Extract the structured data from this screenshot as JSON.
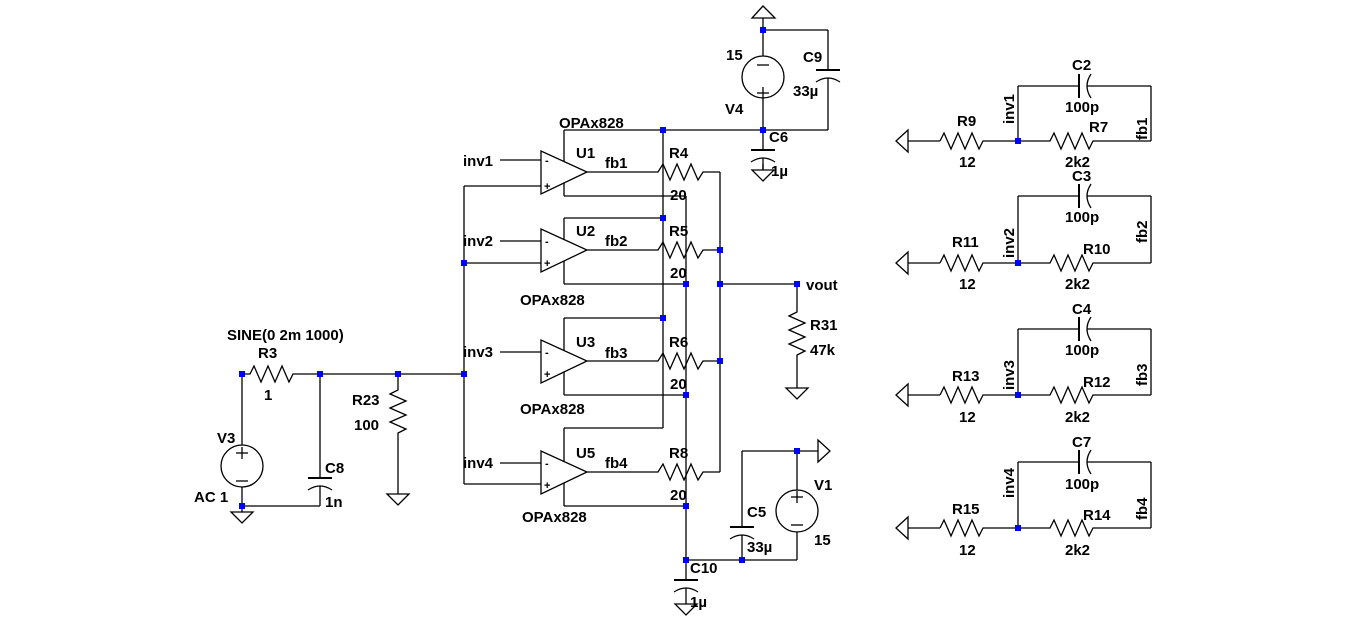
{
  "schematic": {
    "components": {
      "V3": {
        "ref": "V3",
        "value": "AC 1",
        "spice": "SINE(0 2m 1000)"
      },
      "R3": {
        "ref": "R3",
        "value": "1"
      },
      "C8": {
        "ref": "C8",
        "value": "1n"
      },
      "R23": {
        "ref": "R23",
        "value": "100"
      },
      "U1": {
        "ref": "U1",
        "model": "OPAx828"
      },
      "U2": {
        "ref": "U2",
        "model": "OPAx828"
      },
      "U3": {
        "ref": "U3",
        "model": "OPAx828"
      },
      "U5": {
        "ref": "U5",
        "model": "OPAx828"
      },
      "R4": {
        "ref": "R4",
        "value": "20"
      },
      "R5": {
        "ref": "R5",
        "value": "20"
      },
      "R6": {
        "ref": "R6",
        "value": "20"
      },
      "R8": {
        "ref": "R8",
        "value": "20"
      },
      "R31": {
        "ref": "R31",
        "value": "47k"
      },
      "V4": {
        "ref": "V4",
        "value": "15"
      },
      "C9": {
        "ref": "C9",
        "value": "33µ"
      },
      "C6": {
        "ref": "C6",
        "value": "1µ"
      },
      "V1": {
        "ref": "V1",
        "value": "15"
      },
      "C5": {
        "ref": "C5",
        "value": "33µ"
      },
      "C10": {
        "ref": "C10",
        "value": "1µ"
      },
      "R9": {
        "ref": "R9",
        "value": "12"
      },
      "R7": {
        "ref": "R7",
        "value": "2k2"
      },
      "C2": {
        "ref": "C2",
        "value": "100p"
      },
      "R11": {
        "ref": "R11",
        "value": "12"
      },
      "R10": {
        "ref": "R10",
        "value": "2k2"
      },
      "C3": {
        "ref": "C3",
        "value": "100p"
      },
      "R13": {
        "ref": "R13",
        "value": "12"
      },
      "R12": {
        "ref": "R12",
        "value": "2k2"
      },
      "C4": {
        "ref": "C4",
        "value": "100p"
      },
      "R15": {
        "ref": "R15",
        "value": "12"
      },
      "R14": {
        "ref": "R14",
        "value": "2k2"
      },
      "C7": {
        "ref": "C7",
        "value": "100p"
      }
    },
    "nets": {
      "inv1": "inv1",
      "inv2": "inv2",
      "inv3": "inv3",
      "inv4": "inv4",
      "fb1": "fb1",
      "fb2": "fb2",
      "fb3": "fb3",
      "fb4": "fb4",
      "vout": "vout"
    },
    "symbols": {
      "minus": "-",
      "plus": "+"
    },
    "colors": {
      "wire": "#000000",
      "junction": "#0000ff",
      "background": "#ffffff"
    }
  }
}
